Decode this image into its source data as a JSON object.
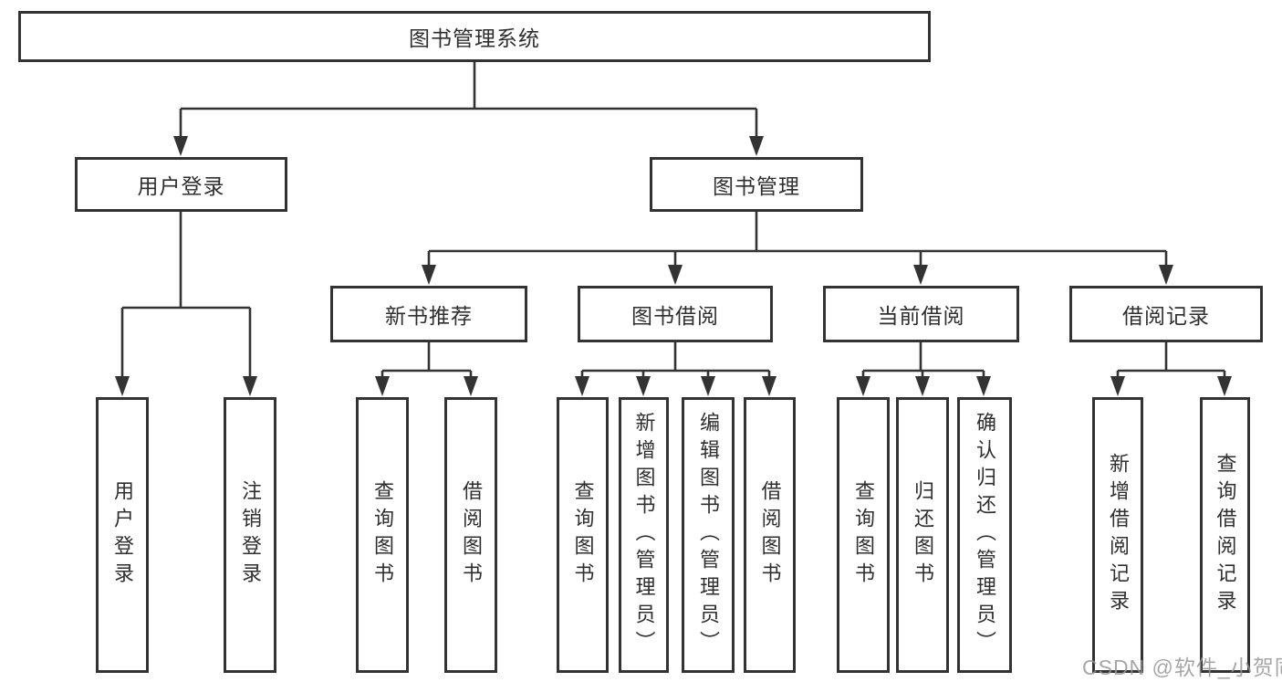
{
  "diagram": {
    "title": "图书管理系统",
    "type": "hierarchy-tree",
    "hierarchy": {
      "label": "图书管理系统",
      "children": [
        {
          "label": "用户登录",
          "children": [
            {
              "label": "用户登录"
            },
            {
              "label": "注销登录"
            }
          ]
        },
        {
          "label": "图书管理",
          "children": [
            {
              "label": "新书推荐",
              "children": [
                {
                  "label": "查询图书"
                },
                {
                  "label": "借阅图书"
                }
              ]
            },
            {
              "label": "图书借阅",
              "children": [
                {
                  "label": "查询图书"
                },
                {
                  "label": "新增图书（管理员）"
                },
                {
                  "label": "编辑图书（管理员）"
                },
                {
                  "label": "借阅图书"
                }
              ]
            },
            {
              "label": "当前借阅",
              "children": [
                {
                  "label": "查询图书"
                },
                {
                  "label": "归还图书"
                },
                {
                  "label": "确认归还（管理员）"
                }
              ]
            },
            {
              "label": "借阅记录",
              "children": [
                {
                  "label": "新增借阅记录"
                },
                {
                  "label": "查询借阅记录"
                }
              ]
            }
          ]
        }
      ]
    }
  },
  "nodes": {
    "root": "图书管理系统",
    "user_login": "用户登录",
    "book_mgmt": "图书管理",
    "new_book_rec": "新书推荐",
    "book_borrow": "图书借阅",
    "current_borrow": "当前借阅",
    "borrow_records": "借阅记录",
    "leaf_user_login": "用户登录",
    "leaf_logout": "注销登录",
    "rec_query_book": "查询图书",
    "rec_borrow_book": "借阅图书",
    "bb_query_book": "查询图书",
    "bb_add_book": "新增图书（管理员）",
    "bb_edit_book": "编辑图书（管理员）",
    "bb_borrow_book": "借阅图书",
    "cb_query_book": "查询图书",
    "cb_return_book": "归还图书",
    "cb_confirm_return": "确认归还（管理员）",
    "br_add_record": "新增借阅记录",
    "br_query_record": "查询借阅记录"
  },
  "colors": {
    "box_border": "#333333",
    "box_fill": "#ffffff",
    "line": "#333333",
    "text": "#2f2f2f",
    "watermark": "#969696",
    "background": "#ffffff"
  },
  "watermark": "CSDN @软件_小贺同学"
}
